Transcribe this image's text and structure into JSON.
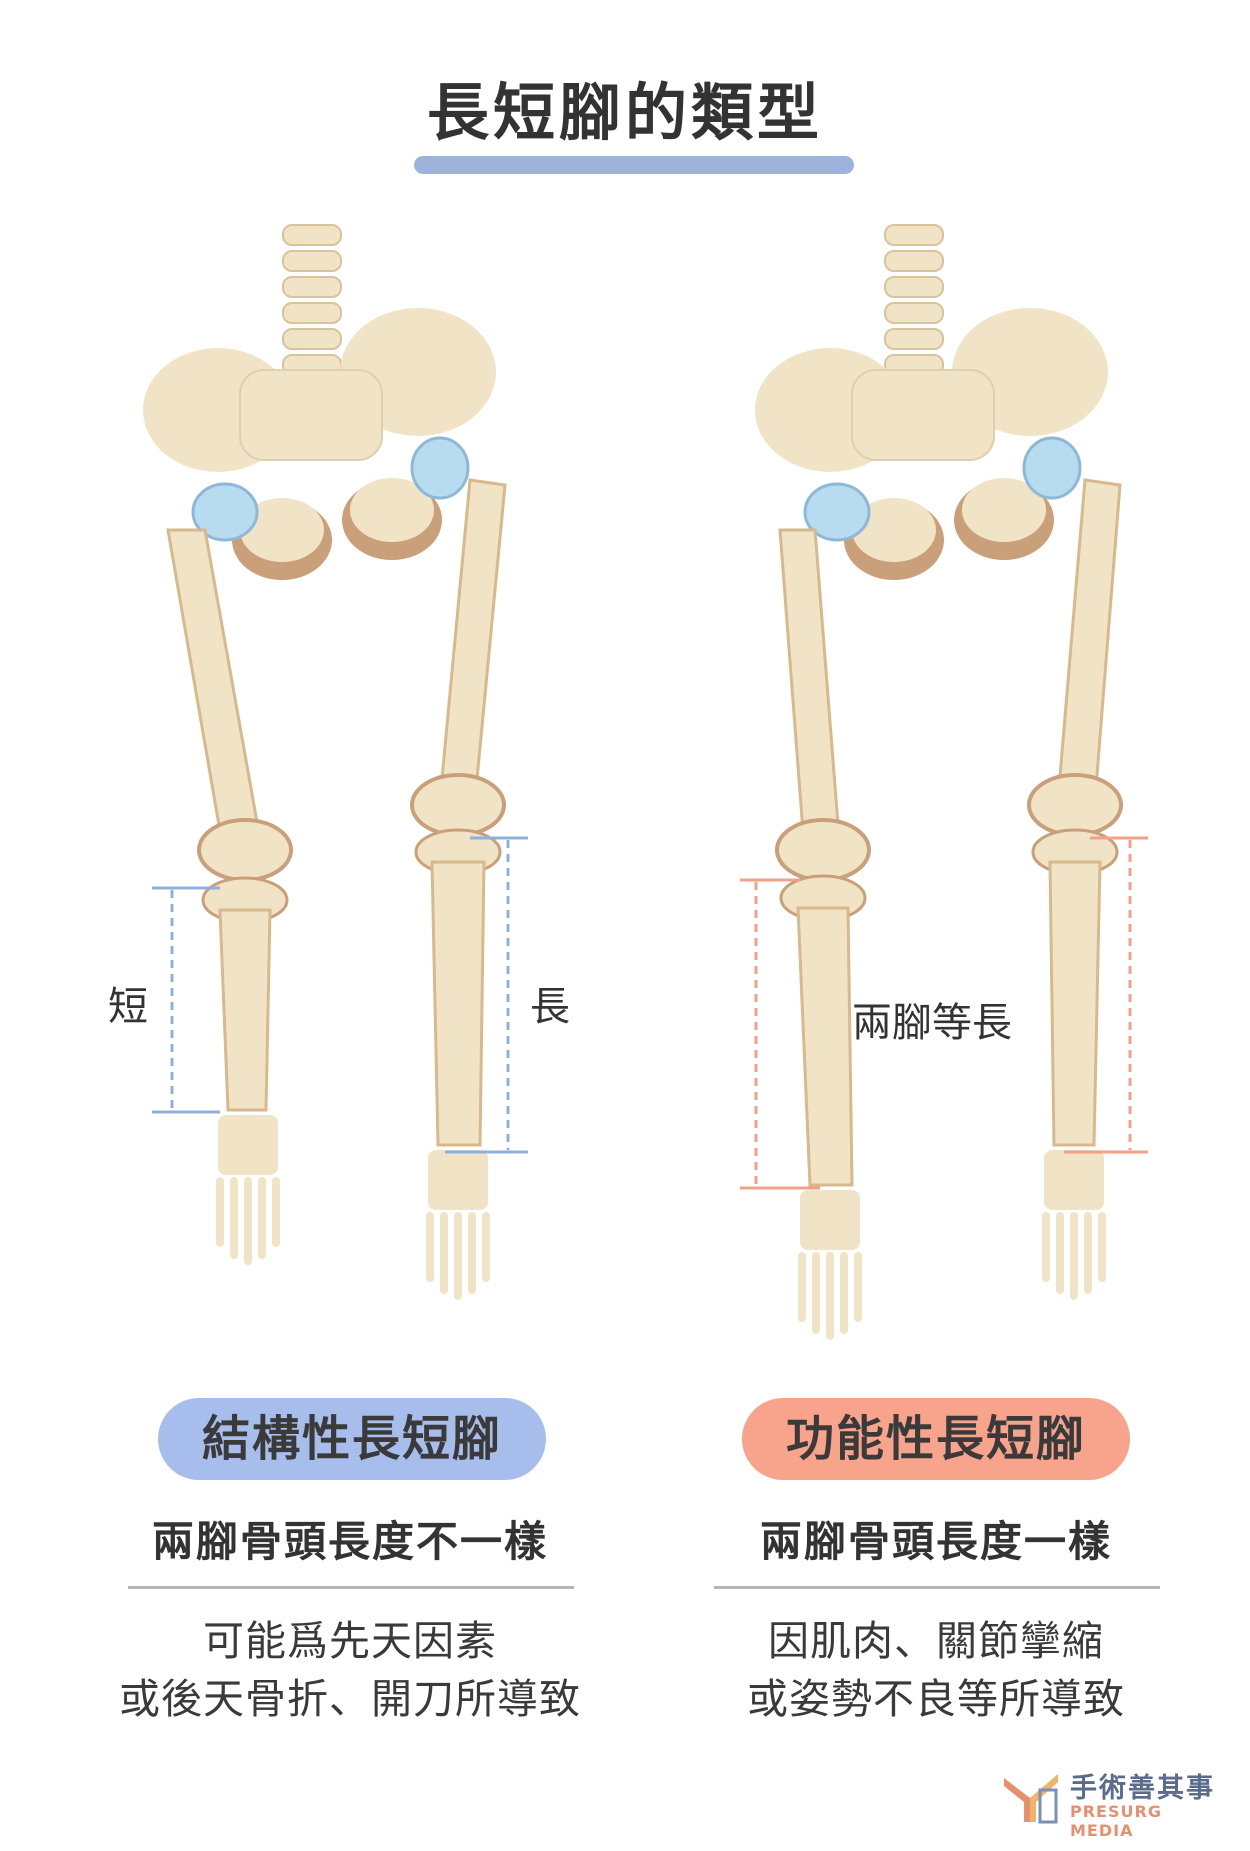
{
  "title": "長短腳的類型",
  "left": {
    "short_label": "短",
    "long_label": "長",
    "pill": "結構性長短腳",
    "subtitle": "兩腳骨頭長度不一樣",
    "desc_line1": "可能爲先天因素",
    "desc_line2": "或後天骨折、開刀所導致"
  },
  "right": {
    "equal_label": "兩腳等長",
    "pill": "功能性長短腳",
    "subtitle": "兩腳骨頭長度一樣",
    "desc_line1": "因肌肉、關節攣縮",
    "desc_line2": "或姿勢不良等所導致"
  },
  "logo": {
    "name_cn": "手術善其事",
    "name_en": "PRESURG MEDIA"
  },
  "colors": {
    "bone": "#f1e4c6",
    "bone_shadow": "#c9a07a",
    "joint": "#b8dcef",
    "blue_marker": "#8fb0df",
    "orange_marker": "#f3a088"
  }
}
